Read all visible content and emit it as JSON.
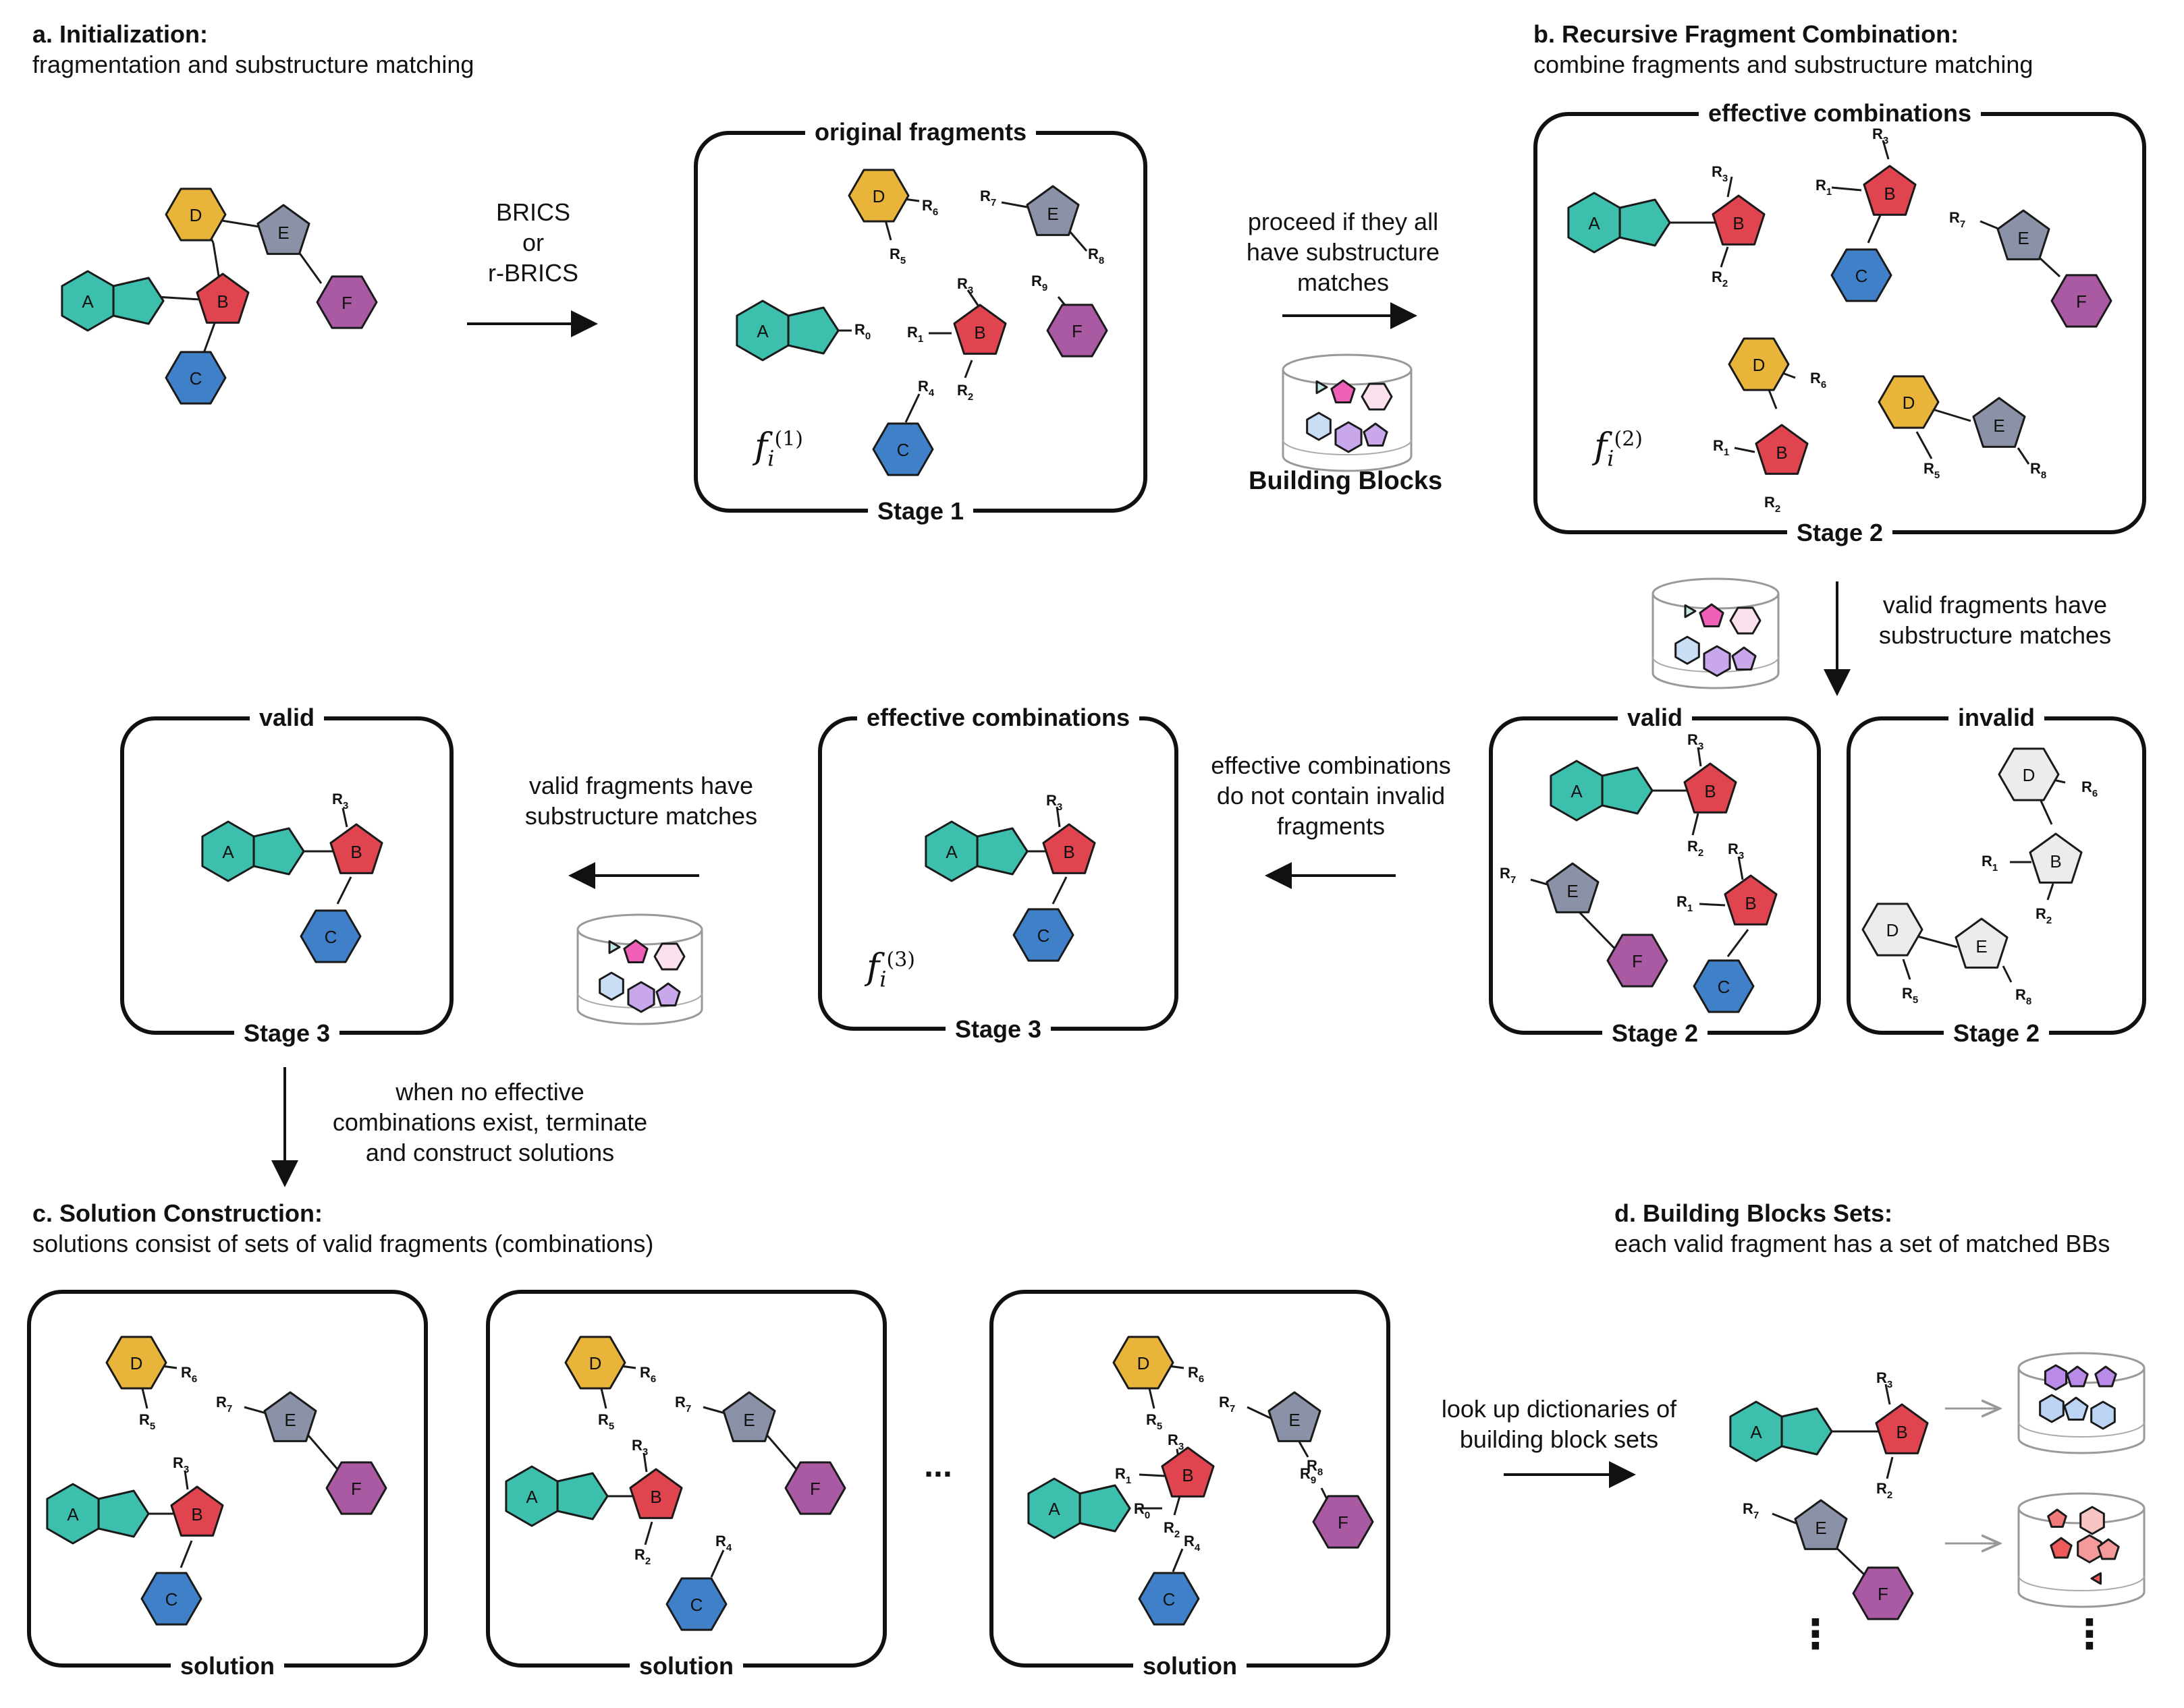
{
  "sections": {
    "a": {
      "title": "a. Initialization:",
      "subtitle": "fragmentation and substructure matching"
    },
    "b": {
      "title": "b. Recursive Fragment Combination:",
      "subtitle": "combine fragments and substructure matching"
    },
    "c": {
      "title": "c. Solution Construction:",
      "subtitle": "solutions consist of sets of valid fragments (combinations)"
    },
    "d": {
      "title": "d. Building Blocks Sets:",
      "subtitle": "each valid fragment has a set of matched BBs"
    }
  },
  "frames": {
    "original": {
      "title": "original fragments",
      "stage": "Stage 1",
      "f_var": "f",
      "f_sub": "i",
      "f_sup": "(1)"
    },
    "effective2": {
      "title": "effective combinations",
      "stage": "Stage 2",
      "f_var": "f",
      "f_sub": "i",
      "f_sup": "(2)"
    },
    "valid2": {
      "title": "valid",
      "stage": "Stage 2"
    },
    "invalid2": {
      "title": "invalid",
      "stage": "Stage 2"
    },
    "effective3": {
      "title": "effective combinations",
      "stage": "Stage 3",
      "f_var": "f",
      "f_sub": "i",
      "f_sup": "(3)"
    },
    "valid3": {
      "title": "valid",
      "stage": "Stage 3"
    },
    "solution1": {
      "label": "solution"
    },
    "solution2": {
      "label": "solution"
    },
    "solution3": {
      "label": "solution"
    }
  },
  "arrows": {
    "brics": [
      "BRICS",
      "or",
      "r-BRICS"
    ],
    "proceed": [
      "proceed if they all",
      "have substructure",
      "matches"
    ],
    "valid_match": [
      "valid fragments have",
      "substructure matches"
    ],
    "no_invalid": [
      "effective combinations",
      "do not contain invalid",
      "fragments"
    ],
    "valid_match2": [
      "valid fragments have",
      "substructure matches"
    ],
    "terminate": [
      "when no effective",
      "combinations exist, terminate",
      "and construct solutions"
    ],
    "lookup": [
      "look up dictionaries of",
      "building block sets"
    ]
  },
  "building_blocks_label": "Building Blocks",
  "ellipsis": "...",
  "vertical_ellipsis": "⋮",
  "node_labels": {
    "A": "A",
    "B": "B",
    "C": "C",
    "D": "D",
    "E": "E",
    "F": "F"
  },
  "colors": {
    "A": "#3dbfae",
    "B": "#e0454f",
    "C": "#3f80c8",
    "D": "#e8b43a",
    "E": "#8b91a6",
    "F": "#a95aa3",
    "invalid": "#ececec",
    "stroke": "#1a1a1a"
  }
}
